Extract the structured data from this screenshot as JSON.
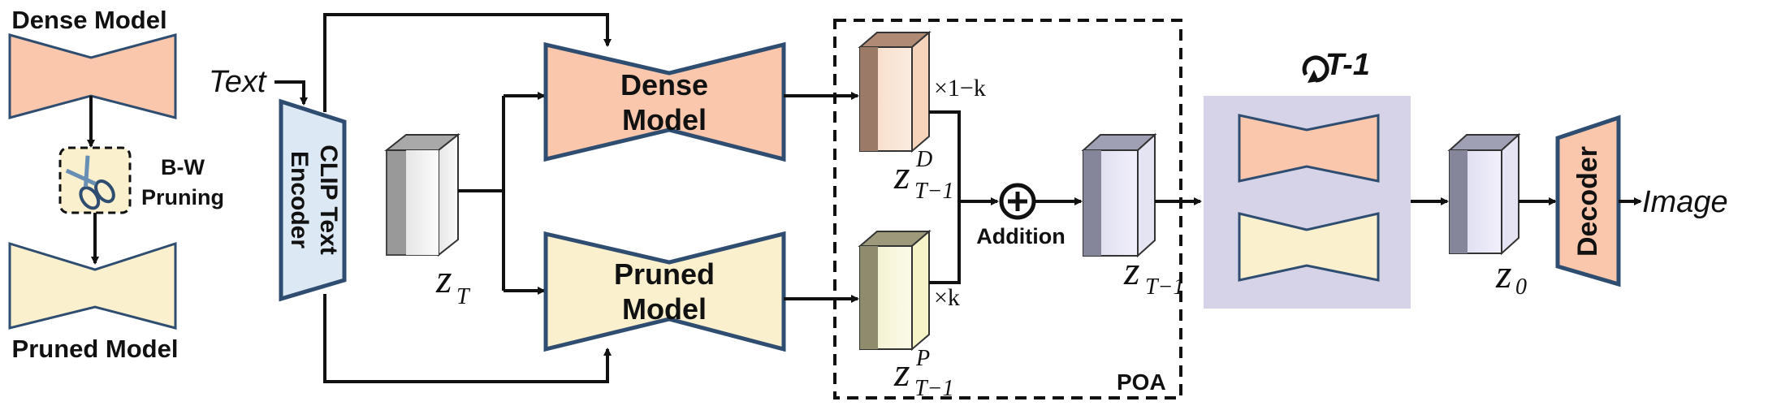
{
  "legend": {
    "dense_title": "Dense Model",
    "pruned_title": "Pruned Model",
    "pruning_label_line1": "B-W",
    "pruning_label_line2": "Pruning"
  },
  "input": {
    "text_label": "Text",
    "encoder_line1": "CLIP Text",
    "encoder_line2": "Encoder"
  },
  "latent": {
    "zT_base": "z",
    "zT_sub": "T"
  },
  "models": {
    "dense_line1": "Dense",
    "dense_line2": "Model",
    "pruned_line1": "Pruned",
    "pruned_line2": "Model"
  },
  "poa": {
    "label": "POA",
    "dense_out_base": "z",
    "dense_out_sup": "D",
    "dense_out_sub": "T−1",
    "dense_coef": "×1−k",
    "pruned_out_base": "z",
    "pruned_out_sup": "P",
    "pruned_out_sub": "T−1",
    "pruned_coef": "×k",
    "addition_symbol": "+",
    "addition_label": "Addition",
    "merged_base": "z",
    "merged_sub": "T−1"
  },
  "loop": {
    "iterations_label": "T-1"
  },
  "output": {
    "z0_base": "z",
    "z0_sub": "0",
    "decoder_label": "Decoder",
    "image_label": "Image"
  },
  "colors": {
    "dense_fill": "#fac7ad",
    "pruned_fill": "#fbf0cd",
    "encoder_fill": "#dde8f5",
    "encoder_stroke": "#2f4d70",
    "loop_bg": "#d6d3e8",
    "shape_stroke": "#2f4d70"
  }
}
